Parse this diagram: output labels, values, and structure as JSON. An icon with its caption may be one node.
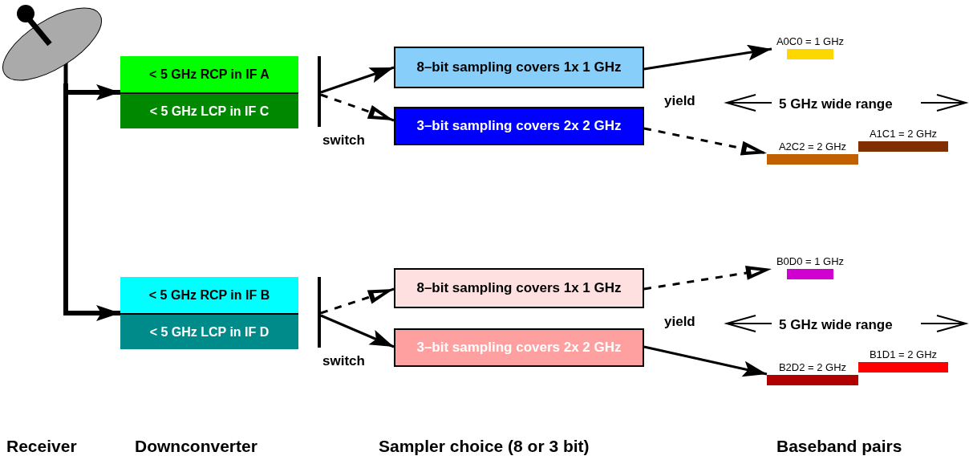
{
  "diagram": {
    "nodes": [
      {
        "text": [],
        "shape": "picture"
      },
      {
        "text": [],
        "shape": "box"
      },
      {
        "text": [
          "< 5 GHz RCP in IF A"
        ],
        "in": 1
      },
      {
        "text": [
          "< 5 GHz LCP in IF C"
        ],
        "in": 1
      },
      {
        "text": [],
        "shape": "box"
      },
      {
        "text": [
          "< 5 GHz RCP in IF B"
        ],
        "in": 4
      },
      {
        "text": [
          "< 5 GHz LCP in IF D"
        ],
        "in": 4
      },
      {
        "text": [],
        "shape": "bar"
      },
      {
        "text": [],
        "shape": "bar"
      },
      {
        "text": [
          "8–bit sampling covers 1x 1 GHz"
        ]
      },
      {
        "text": [
          "3–bit sampling covers 2x 2 GHz"
        ]
      },
      {
        "text": [
          "8–bit sampling covers 1x 1 GHz"
        ]
      },
      {
        "text": [
          "3–bit sampling covers 2x 2 GHz"
        ]
      },
      {
        "text": [
          "A0C0 = 1 GHz"
        ]
      },
      {
        "text": [
          "A2C2 = 2 GHz"
        ]
      },
      {
        "text": [
          "A1C1 = 2 GHz"
        ]
      },
      {
        "text": [
          "B0D0 = 1 GHz"
        ]
      },
      {
        "text": [
          "B2D2 = 2 GHz"
        ]
      },
      {
        "text": [
          "B1D1 = 2 GHz"
        ]
      }
    ],
    "edges": [
      {
        "from": 0,
        "to": 1,
        "arrow": "to",
        "style": "thick"
      },
      {
        "from": 0,
        "to": 4,
        "arrow": "to",
        "style": "thick"
      },
      {
        "from": 7,
        "to": 9,
        "arrow": "to"
      },
      {
        "from": 7,
        "to": 10,
        "arrow": "to",
        "style": "dashed"
      },
      {
        "from": 8,
        "to": 11,
        "arrow": "to",
        "style": "dashed"
      },
      {
        "from": 8,
        "to": 12,
        "arrow": "to"
      },
      {
        "from": 9,
        "to": 13,
        "arrow": "to"
      },
      {
        "from": 10,
        "to": 14,
        "arrow": "to",
        "style": "dashed"
      },
      {
        "from": 11,
        "to": 16,
        "arrow": "to",
        "style": "dashed"
      },
      {
        "from": 12,
        "to": 17,
        "arrow": "to"
      }
    ],
    "labels": [
      "switch",
      "yield",
      "5 GHz wide range",
      "switch",
      "yield",
      "5 GHz wide range",
      "Receiver",
      "Downconverter",
      "Sampler choice (8 or 3 bit)",
      "Baseband pairs"
    ]
  }
}
